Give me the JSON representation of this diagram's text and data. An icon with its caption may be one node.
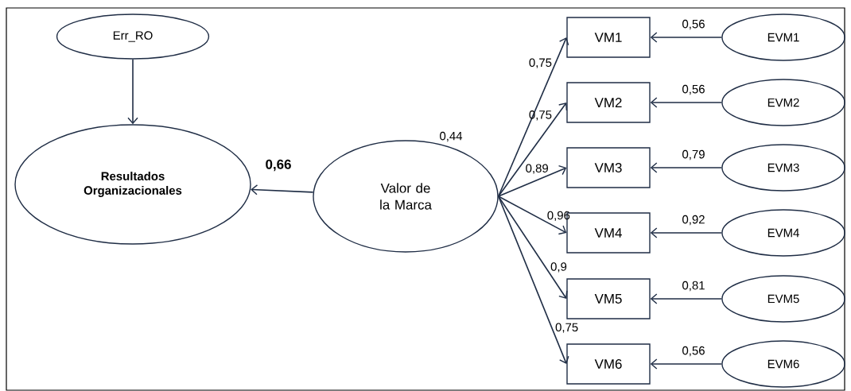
{
  "diagram": {
    "nodes": [
      {
        "text": [
          "Err_RO"
        ]
      },
      {
        "text": [
          "Resultados Organizacionales"
        ]
      },
      {
        "text": [
          "Valor de la Marca"
        ],
        "beside": [
          "0,44"
        ]
      },
      {
        "text": [
          "VM1"
        ]
      },
      {
        "text": [
          "VM2"
        ]
      },
      {
        "text": [
          "VM3"
        ]
      },
      {
        "text": [
          "VM4"
        ]
      },
      {
        "text": [
          "VM5"
        ]
      },
      {
        "text": [
          "VM6"
        ]
      },
      {
        "text": [
          "EVM1"
        ]
      },
      {
        "text": [
          "EVM2"
        ]
      },
      {
        "text": [
          "EVM3"
        ]
      },
      {
        "text": [
          "EVM4"
        ]
      },
      {
        "text": [
          "EVM5"
        ]
      },
      {
        "text": [
          "EVM6"
        ]
      }
    ],
    "edges": [
      {
        "from": 0,
        "to": 1,
        "arrow": "to"
      },
      {
        "from": 2,
        "to": 1,
        "arrow": "to",
        "label": "0,66"
      },
      {
        "from": 2,
        "to": 3,
        "arrow": "to",
        "label": "0,75"
      },
      {
        "from": 2,
        "to": 4,
        "arrow": "to",
        "label": "0,75"
      },
      {
        "from": 2,
        "to": 5,
        "arrow": "to",
        "label": "0,89"
      },
      {
        "from": 2,
        "to": 6,
        "arrow": "to",
        "label": "0,96"
      },
      {
        "from": 2,
        "to": 7,
        "arrow": "to",
        "label": "0,9"
      },
      {
        "from": 2,
        "to": 8,
        "arrow": "to",
        "label": "0,75"
      },
      {
        "from": 9,
        "to": 3,
        "arrow": "to",
        "label": "0,56"
      },
      {
        "from": 10,
        "to": 4,
        "arrow": "to",
        "label": "0,56"
      },
      {
        "from": 11,
        "to": 5,
        "arrow": "to",
        "label": "0,79"
      },
      {
        "from": 12,
        "to": 6,
        "arrow": "to",
        "label": "0,92"
      },
      {
        "from": 13,
        "to": 7,
        "arrow": "to",
        "label": "0,81"
      },
      {
        "from": 14,
        "to": 8,
        "arrow": "to",
        "label": "0,56"
      }
    ]
  }
}
